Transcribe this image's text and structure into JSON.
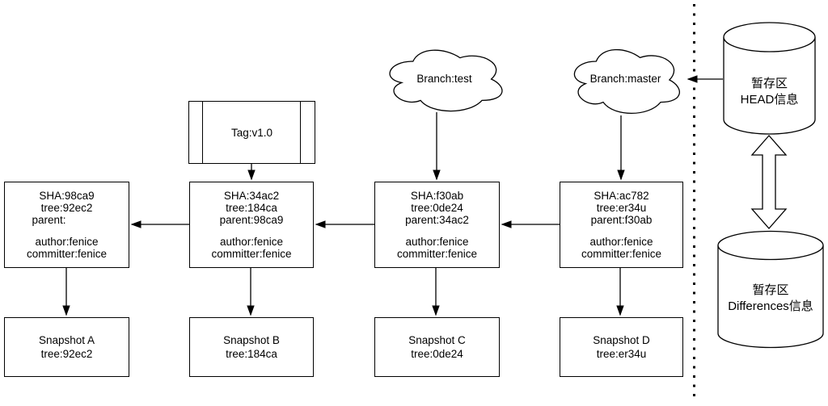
{
  "diagram": {
    "commits": [
      {
        "sha": "SHA:98ca9",
        "tree": "tree:92ec2",
        "parent": "parent:",
        "author": "author:fenice",
        "committer": "committer:fenice"
      },
      {
        "sha": "SHA:34ac2",
        "tree": "tree:184ca",
        "parent": "parent:98ca9",
        "author": "author:fenice",
        "committer": "committer:fenice"
      },
      {
        "sha": "SHA:f30ab",
        "tree": "tree:0de24",
        "parent": "parent:34ac2",
        "author": "author:fenice",
        "committer": "committer:fenice"
      },
      {
        "sha": "SHA:ac782",
        "tree": "tree:er34u",
        "parent": "parent:f30ab",
        "author": "author:fenice",
        "committer": "committer:fenice"
      }
    ],
    "snapshots": [
      {
        "title": "Snapshot A",
        "tree": "tree:92ec2"
      },
      {
        "title": "Snapshot B",
        "tree": "tree:184ca"
      },
      {
        "title": "Snapshot C",
        "tree": "tree:0de24"
      },
      {
        "title": "Snapshot D",
        "tree": "tree:er34u"
      }
    ],
    "tag": {
      "label": "Tag:v1.0"
    },
    "branches": [
      {
        "label": "Branch:test"
      },
      {
        "label": "Branch:master"
      }
    ],
    "staging_areas": [
      {
        "line1": "暂存区",
        "line2": "HEAD信息"
      },
      {
        "line1": "暂存区",
        "line2": "Differences信息"
      }
    ],
    "colors": {
      "stroke": "#000000",
      "fill": "#ffffff",
      "background": "#ffffff"
    }
  }
}
